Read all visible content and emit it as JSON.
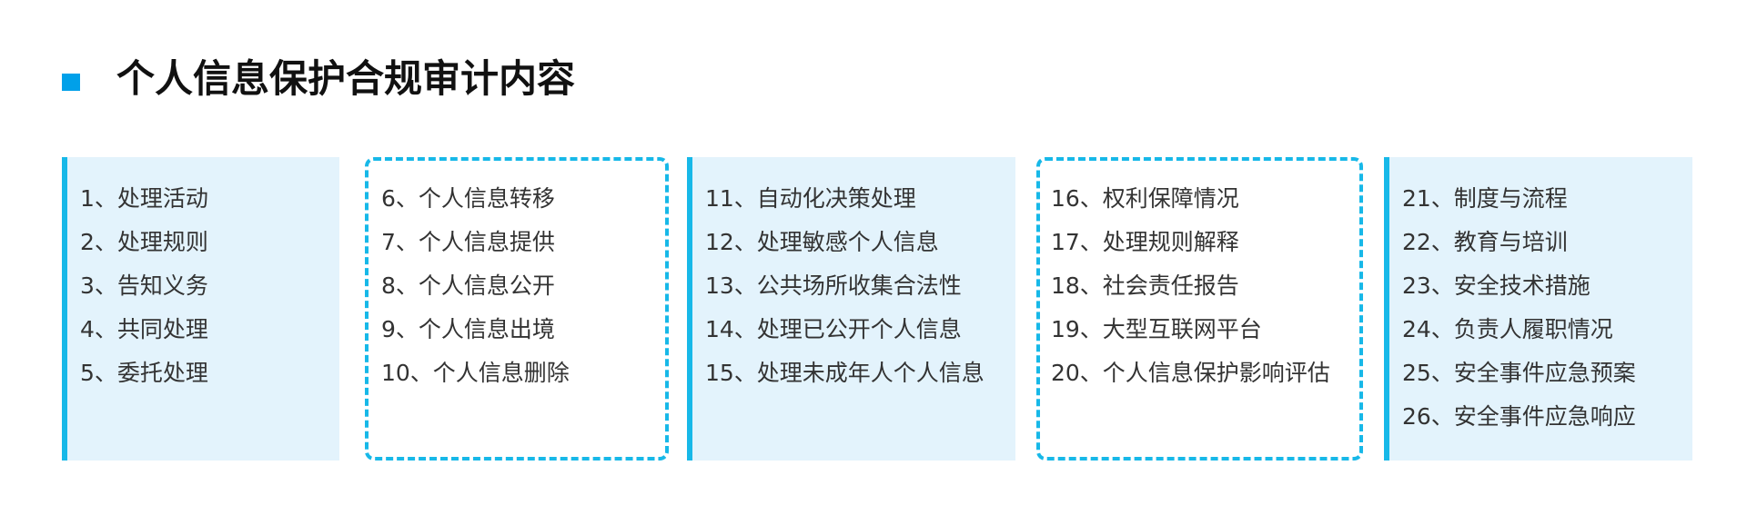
{
  "title": "个人信息保护合规审计内容",
  "columns": [
    {
      "items": [
        "1、处理活动",
        "2、处理规则",
        "3、告知义务",
        "4、共同处理",
        "5、委托处理"
      ]
    },
    {
      "items": [
        "6、个人信息转移",
        "7、个人信息提供",
        "8、个人信息公开",
        "9、个人信息出境",
        "10、个人信息删除"
      ]
    },
    {
      "items": [
        "11、自动化决策处理",
        "12、处理敏感个人信息",
        "13、公共场所收集合法性",
        "14、处理已公开个人信息",
        "15、处理未成年人个人信息"
      ]
    },
    {
      "items": [
        "16、权利保障情况",
        "17、处理规则解释",
        "18、社会责任报告",
        "19、大型互联网平台",
        "20、个人信息保护影响评估"
      ]
    },
    {
      "items": [
        "21、制度与流程",
        "22、教育与培训",
        "23、安全技术措施",
        "24、负责人履职情况",
        "25、安全事件应急预案",
        "26、安全事件应急响应"
      ]
    }
  ]
}
